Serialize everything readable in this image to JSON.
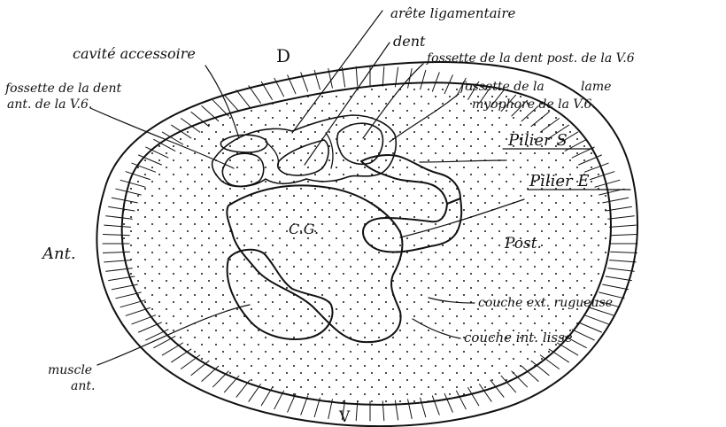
{
  "diagram": {
    "ink_color": "#111111",
    "background": "#ffffff",
    "labels": {
      "arete": "arête ligamentaire",
      "dent": "dent",
      "fossette_post_1": "fossette de la dent post. de la V.6",
      "fossette_lame_1": "fossette de la",
      "fossette_lame_2": "lame",
      "fossette_lame_3": "myophore de la V.6.",
      "cavite": "cavité accessoire",
      "D": "D",
      "fossette_ant_1": "fossette de la dent",
      "fossette_ant_2": "ant. de la V.6.",
      "pilier_s": "Pilier S",
      "pilier_e": "Pilier E",
      "cg": "C.G.",
      "ant": "Ant.",
      "post": "Post.",
      "couche_ext": "couche ext. rugueuse",
      "couche_int": "couche int. lisse",
      "muscle_1": "muscle",
      "muscle_2": "ant.",
      "V": "V"
    }
  }
}
